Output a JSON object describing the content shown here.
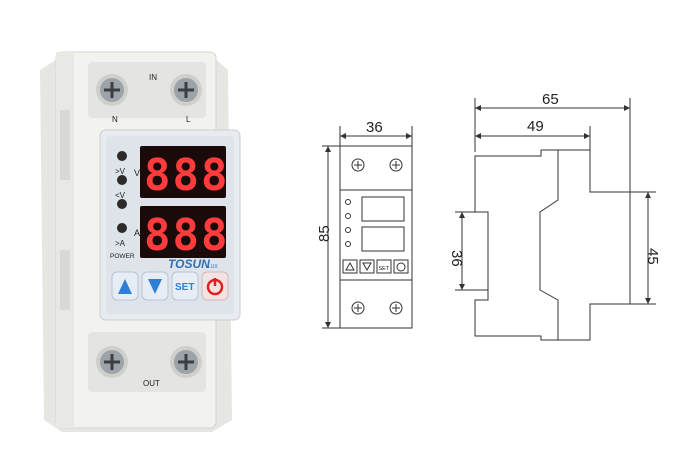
{
  "product": {
    "brand": "TOSUN",
    "brand_suffix": "LUX",
    "indicator_labels": [
      ">V",
      "<V",
      "",
      ">A"
    ],
    "power_label": "POWER",
    "display_top": "888",
    "display_bottom": "888",
    "unit_top": "V",
    "unit_bottom": "A",
    "set_label": "SET",
    "terminal_in": "IN",
    "terminal_out": "OUT",
    "terminal_n": "N",
    "terminal_l": "L",
    "colors": {
      "housing": "#f1f1ef",
      "panel": "#dfe4ea",
      "display": "#1a0a0a",
      "segment": "#ff3b3b",
      "button_blue": "#2f7fd6",
      "power_red": "#e02020"
    }
  },
  "front_drawing": {
    "width_label": "36",
    "height_label": "85",
    "set_label": "SET"
  },
  "side_drawing": {
    "overall_width_label": "65",
    "inner_width_label": "49",
    "left_height_label": "36",
    "right_height_label": "45"
  }
}
